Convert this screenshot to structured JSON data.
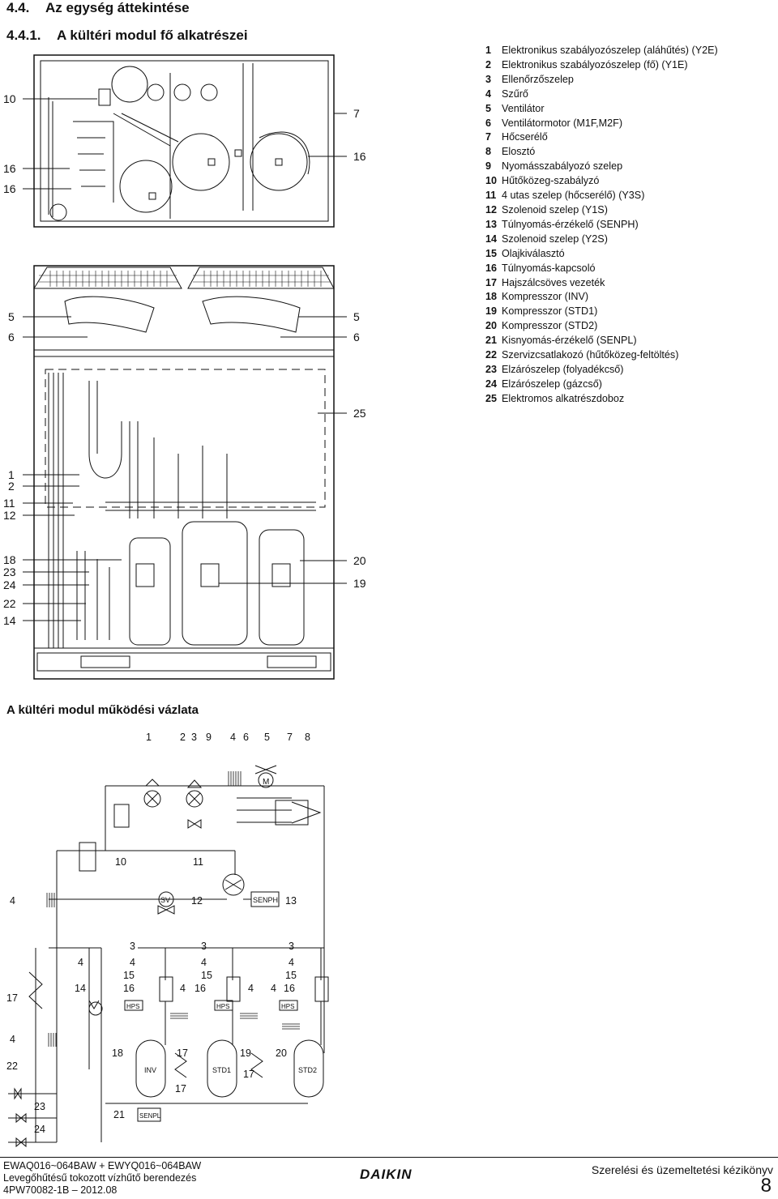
{
  "heading": {
    "num": "4.4.",
    "title": "Az egység áttekintése"
  },
  "subheading": {
    "num": "4.4.1.",
    "title": "A kültéri modul fő alkatrészei"
  },
  "parts": [
    {
      "n": "1",
      "label": "Elektronikus szabályozószelep (aláhűtés) (Y2E)"
    },
    {
      "n": "2",
      "label": "Elektronikus szabályozószelep (fő) (Y1E)"
    },
    {
      "n": "3",
      "label": "Ellenőrzőszelep"
    },
    {
      "n": "4",
      "label": "Szűrő"
    },
    {
      "n": "5",
      "label": "Ventilátor"
    },
    {
      "n": "6",
      "label": "Ventilátormotor (M1F,M2F)"
    },
    {
      "n": "7",
      "label": "Hőcserélő"
    },
    {
      "n": "8",
      "label": "Elosztó"
    },
    {
      "n": "9",
      "label": "Nyomásszabályozó szelep"
    },
    {
      "n": "10",
      "label": "Hűtőközeg-szabályzó"
    },
    {
      "n": "11",
      "label": "4 utas szelep (hőcserélő) (Y3S)"
    },
    {
      "n": "12",
      "label": "Szolenoid szelep (Y1S)"
    },
    {
      "n": "13",
      "label": "Túlnyomás-érzékelő (SENPH)"
    },
    {
      "n": "14",
      "label": "Szolenoid szelep (Y2S)"
    },
    {
      "n": "15",
      "label": "Olajkiválasztó"
    },
    {
      "n": "16",
      "label": "Túlnyomás-kapcsoló"
    },
    {
      "n": "17",
      "label": "Hajszálcsöves vezeték"
    },
    {
      "n": "18",
      "label": "Kompresszor (INV)"
    },
    {
      "n": "19",
      "label": "Kompresszor (STD1)"
    },
    {
      "n": "20",
      "label": "Kompresszor (STD2)"
    },
    {
      "n": "21",
      "label": "Kisnyomás-érzékelő (SENPL)"
    },
    {
      "n": "22",
      "label": "Szervizcsatlakozó (hűtőközeg-feltöltés)"
    },
    {
      "n": "23",
      "label": "Elzárószelep (folyadékcső)"
    },
    {
      "n": "24",
      "label": "Elzárószelep (gázcső)"
    },
    {
      "n": "25",
      "label": "Elektromos alkatrészdoboz"
    }
  ],
  "top_view_callouts": {
    "left": [
      "10",
      "16",
      "16"
    ],
    "right": [
      "7",
      "16"
    ]
  },
  "front_view_callouts": {
    "left_upper": [
      "5",
      "6"
    ],
    "right_upper": [
      "5",
      "6"
    ],
    "right_box": "25",
    "left_mid": [
      "1",
      "2",
      "11",
      "12"
    ],
    "left_low": [
      "18",
      "23",
      "24",
      "22",
      "14"
    ],
    "right_low": [
      "20",
      "19"
    ]
  },
  "schematic": {
    "title": "A kültéri modul működési vázlata",
    "top_numbers": [
      "1",
      "2",
      "3",
      "9",
      "4",
      "6",
      "5",
      "7",
      "8"
    ],
    "labels": {
      "n10": "10",
      "n11": "11",
      "n4a": "4",
      "n12": "12",
      "n13": "13",
      "sv": "SV",
      "senph": "SENPH",
      "senpl": "SENPL",
      "hps": "HPS",
      "inv": "INV",
      "std1": "STD1",
      "std2": "STD2",
      "motor": "M",
      "n17": "17",
      "n22": "22",
      "n23": "23",
      "n24": "24",
      "n21": "21",
      "n18": "18",
      "n19": "19",
      "n20": "20",
      "n14": "14",
      "n3": "3",
      "n15": "15",
      "n16": "16"
    }
  },
  "footer": {
    "line1": "EWAQ016~064BAW + EWYQ016~064BAW",
    "line2": "Levegőhűtésű tokozott vízhűtő berendezés",
    "line3": "4PW70082-1B – 2012.08",
    "brand": "DAIKIN",
    "manual": "Szerelési és üzemeltetési kézikönyv",
    "page": "8"
  }
}
